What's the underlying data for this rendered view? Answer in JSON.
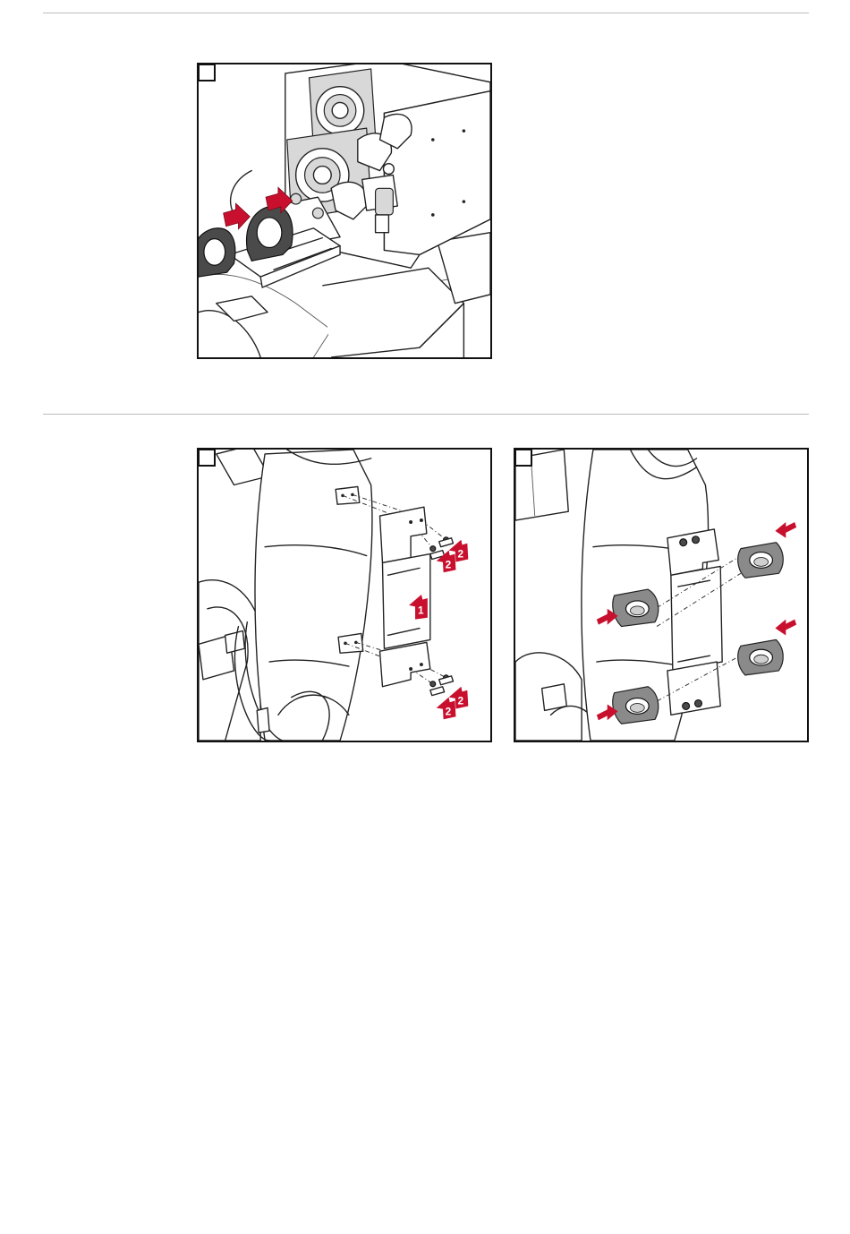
{
  "colors": {
    "arrow_red": "#c8102e",
    "outline": "#111111",
    "divider": "#bdbdbd"
  },
  "figures": [
    {
      "id": "fig1",
      "icons": [
        "arrow-icon",
        "arrow-icon"
      ]
    },
    {
      "id": "fig2",
      "callouts": [
        {
          "label": "1"
        },
        {
          "label": "2"
        },
        {
          "label": "2"
        },
        {
          "label": "2"
        },
        {
          "label": "2"
        }
      ]
    },
    {
      "id": "fig3",
      "icons": [
        "arrow-icon",
        "arrow-icon",
        "arrow-icon",
        "arrow-icon"
      ]
    }
  ]
}
